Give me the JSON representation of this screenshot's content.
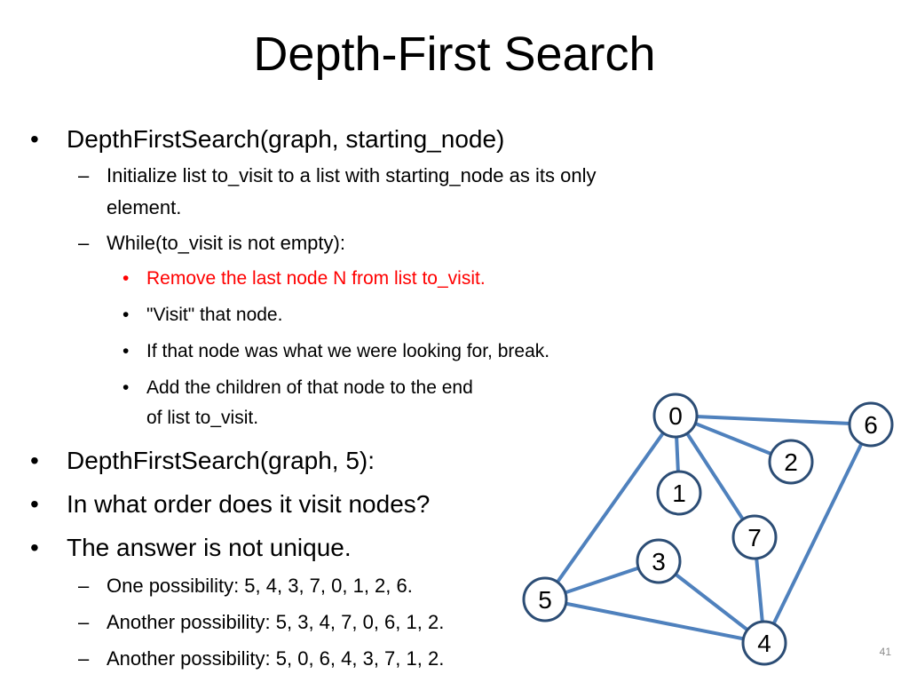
{
  "title": "Depth-First Search",
  "bullets": [
    {
      "level": 1,
      "text": "DepthFirstSearch(graph, starting_node)"
    },
    {
      "level": 2,
      "text": "Initialize list to_visit to a list with starting_node as its only"
    },
    {
      "level": 2,
      "text": "element.",
      "continuation": true
    },
    {
      "level": 2,
      "text": "While(to_visit is not empty):"
    },
    {
      "level": 3,
      "text": "Remove the last node N from list to_visit.",
      "highlight": true
    },
    {
      "level": 3,
      "text": "\"Visit\" that node."
    },
    {
      "level": 3,
      "text": "If that node was what we were looking for, break."
    },
    {
      "level": 3,
      "text": "Add the children of that node to the end"
    },
    {
      "level": 3,
      "text": "of list to_visit.",
      "continuation": true
    },
    {
      "level": 1,
      "text": "DepthFirstSearch(graph, 5):"
    },
    {
      "level": 1,
      "text": "In what order does it visit nodes?"
    },
    {
      "level": 1,
      "text": "The answer is not unique."
    },
    {
      "level": 2,
      "text": "One possibility: 5, 4, 3,  7, 0, 1, 2, 6."
    },
    {
      "level": 2,
      "text": "Another possibility: 5, 3, 4, 7, 0, 6, 1, 2."
    },
    {
      "level": 2,
      "text": "Another possibility: 5, 0, 6, 4, 3, 7, 1, 2."
    }
  ],
  "bullet_glyphs": {
    "1": "•",
    "2": "–",
    "3": "•"
  },
  "colors": {
    "highlight": "#ff0000",
    "edge": "#4f81bd",
    "node_border": "#2c4d75"
  },
  "graph": {
    "nodes": [
      "0",
      "1",
      "2",
      "3",
      "4",
      "5",
      "6",
      "7"
    ],
    "edges": [
      [
        "0",
        "6"
      ],
      [
        "0",
        "2"
      ],
      [
        "0",
        "1"
      ],
      [
        "0",
        "7"
      ],
      [
        "0",
        "5"
      ],
      [
        "6",
        "4"
      ],
      [
        "7",
        "4"
      ],
      [
        "3",
        "5"
      ],
      [
        "3",
        "4"
      ],
      [
        "5",
        "4"
      ]
    ]
  },
  "page_number": "41"
}
